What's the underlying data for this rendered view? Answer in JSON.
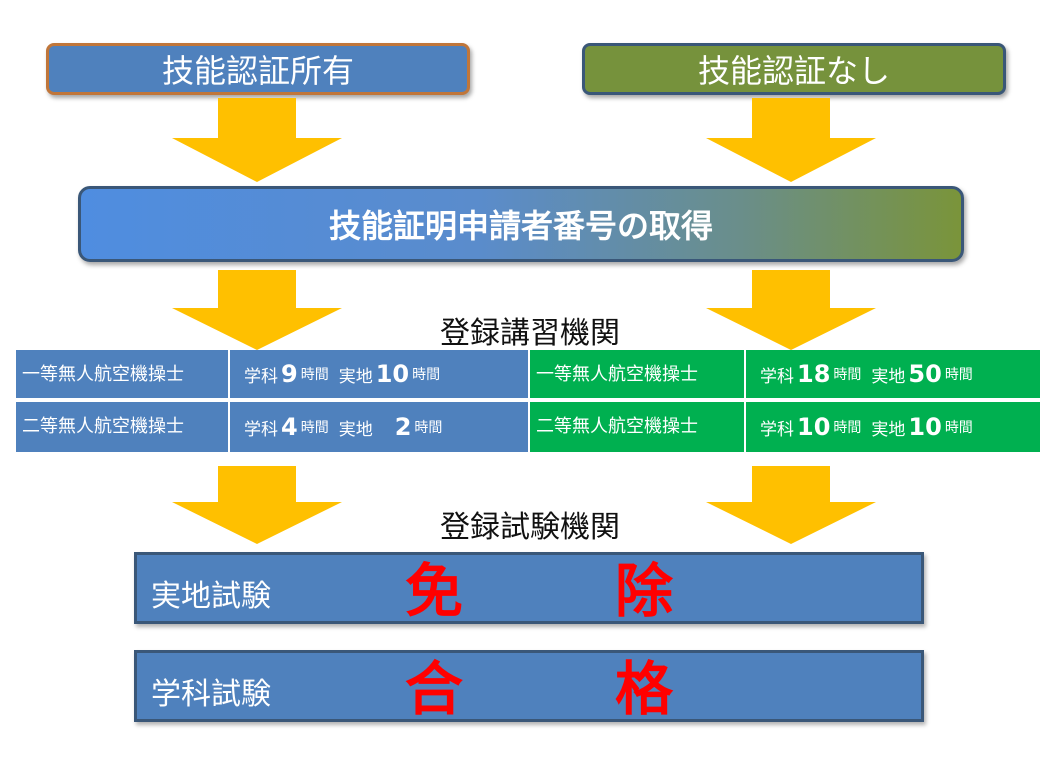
{
  "top": {
    "certified": "技能認証所有",
    "not_certified": "技能認証なし"
  },
  "applicant": "技能証明申請者番号の取得",
  "lecture_institution": "登録講習機関",
  "table": {
    "left": [
      {
        "class": "一等無人航空機操士",
        "academic_label": "学科",
        "academic_hours": "9",
        "practical_label": "実地",
        "practical_hours": "10",
        "unit": "時間"
      },
      {
        "class": "二等無人航空機操士",
        "academic_label": "学科",
        "academic_hours": "4",
        "practical_label": "実地",
        "practical_hours": "2",
        "unit": "時間"
      }
    ],
    "right": [
      {
        "class": "一等無人航空機操士",
        "academic_label": "学科",
        "academic_hours": "18",
        "practical_label": "実地",
        "practical_hours": "50",
        "unit": "時間"
      },
      {
        "class": "二等無人航空機操士",
        "academic_label": "学科",
        "academic_hours": "10",
        "practical_label": "実地",
        "practical_hours": "10",
        "unit": "時間"
      }
    ]
  },
  "test_institution": "登録試験機関",
  "exams": {
    "practical": {
      "label": "実地試験",
      "result_1": "免",
      "result_2": "除"
    },
    "written": {
      "label": "学科試験",
      "result_1": "合",
      "result_2": "格"
    }
  },
  "colors": {
    "blue": "#4f81bd",
    "olive": "#76923c",
    "green": "#00b050",
    "arrow": "#ffc000",
    "red": "#ff0000"
  }
}
